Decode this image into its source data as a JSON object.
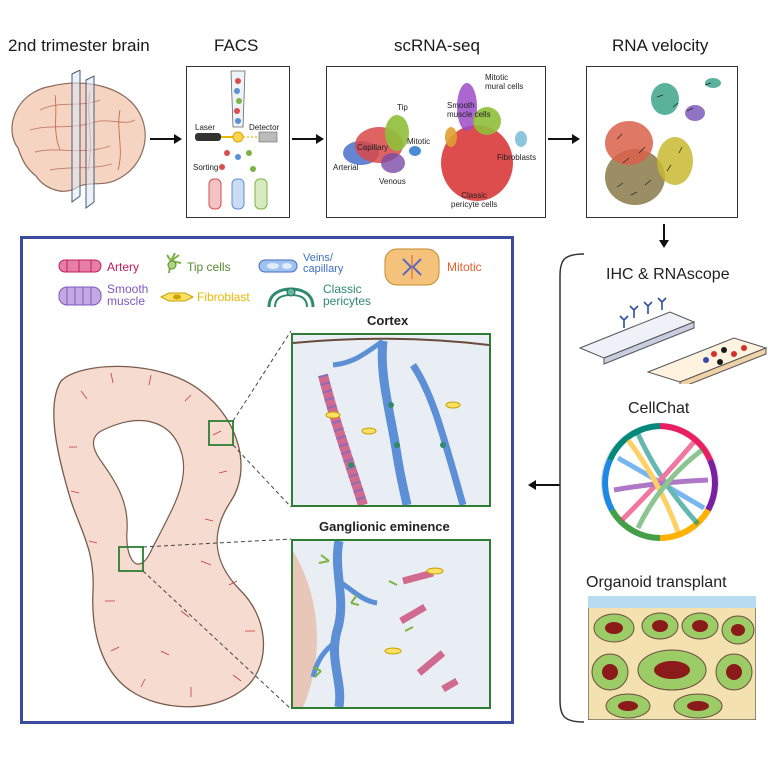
{
  "steps": {
    "brain": "2nd trimester brain",
    "facs": "FACS",
    "scrna": "scRNA-seq",
    "velocity": "RNA velocity"
  },
  "facs_labels": {
    "laser": "Laser",
    "detector": "Detector",
    "sorting": "Sorting"
  },
  "umap_labels": {
    "tip": "Tip",
    "capillary": "Capillary",
    "arterial": "Arterial",
    "venous": "Venous",
    "mitotic": "Mitotic",
    "mitotic_mural": "Mitotic\nmural cells",
    "smooth_muscle": "Smooth\nmuscle cells",
    "fibroblasts": "Fibroblasts",
    "classic_pericyte": "Classic\npericyte cells"
  },
  "legend": {
    "artery": "Artery",
    "tip_cells": "Tip cells",
    "veins": "Veins/\ncapillary",
    "mitotic": "Mitotic",
    "smooth_muscle": "Smooth\nmuscle",
    "fibroblast": "Fibroblast",
    "classic_pericytes": "Classic\npericytes"
  },
  "zoom": {
    "cortex": "Cortex",
    "ganglionic": "Ganglionic  eminence"
  },
  "methods": {
    "ihc": "IHC & RNAscope",
    "cellchat": "CellChat",
    "organoid": "Organoid transplant"
  },
  "colors": {
    "panel_border": "#3a4aa0",
    "zoom_border": "#2e7d32",
    "artery": "#c2185b",
    "tip": "#7cb342",
    "veins": "#5c8fd6",
    "mitotic": "#e0602a",
    "smooth_muscle": "#8e6bb8",
    "fibroblast": "#e6b800",
    "pericytes": "#2e8b6e"
  }
}
